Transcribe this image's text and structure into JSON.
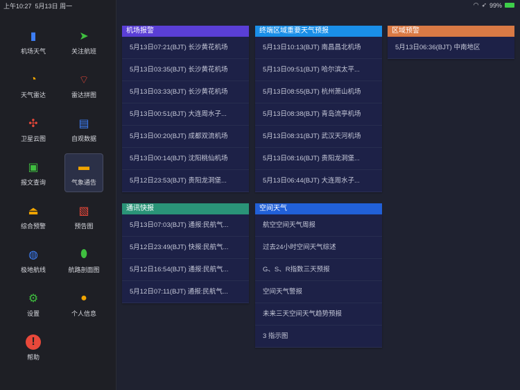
{
  "status": {
    "time": "上午10:27",
    "date": "5月13日 周一",
    "battery": "99%"
  },
  "sidebar": {
    "items": [
      {
        "label": "机场天气",
        "icon": "airport-tower-icon",
        "color": "#3d7ef5"
      },
      {
        "label": "关注航班",
        "icon": "paper-plane-icon",
        "color": "#3fbf3f"
      },
      {
        "label": "天气雷达",
        "icon": "radar-icon",
        "color": "#f0a400"
      },
      {
        "label": "雷达拼图",
        "icon": "satellite-dish-icon",
        "color": "#e8483a"
      },
      {
        "label": "卫星云图",
        "icon": "satellite-icon",
        "color": "#e8483a"
      },
      {
        "label": "自观数据",
        "icon": "calendar-icon",
        "color": "#3d7ef5"
      },
      {
        "label": "报文查询",
        "icon": "inbox-icon",
        "color": "#3fbf3f"
      },
      {
        "label": "气象通告",
        "icon": "chat-bubble-icon",
        "color": "#f0a400",
        "selected": true
      },
      {
        "label": "综合预警",
        "icon": "warning-light-icon",
        "color": "#f0a400"
      },
      {
        "label": "预告图",
        "icon": "image-stack-icon",
        "color": "#e8483a"
      },
      {
        "label": "极地航线",
        "icon": "globe-icon",
        "color": "#3d7ef5"
      },
      {
        "label": "航路剖面图",
        "icon": "layers-icon",
        "color": "#3fbf3f"
      },
      {
        "label": "设置",
        "icon": "gear-icon",
        "color": "#3fbf3f"
      },
      {
        "label": "个人信息",
        "icon": "user-icon",
        "color": "#f0a400"
      },
      {
        "label": "帮助",
        "icon": "alert-circle-icon",
        "color": "#e8483a"
      }
    ]
  },
  "panels": [
    {
      "title": "机场报警",
      "color": "#5a3fd6",
      "rows": [
        "5月13日07:21(BJT) 长沙黄花机场",
        "5月13日03:35(BJT) 长沙黄花机场",
        "5月13日03:33(BJT) 长沙黄花机场",
        "5月13日00:51(BJT) 大连周水子...",
        "5月13日00:20(BJT) 成都双流机场",
        "5月13日00:14(BJT) 沈阳桃仙机场",
        "5月12日23:53(BJT) 贵阳龙洞堡..."
      ]
    },
    {
      "title": "终端区域重要天气预报",
      "color": "#1a8fe8",
      "rows": [
        "5月13日10:13(BJT) 南昌昌北机场",
        "5月13日09:51(BJT) 哈尔滨太平...",
        "5月13日08:55(BJT) 杭州萧山机场",
        "5月13日08:38(BJT) 青岛流亭机场",
        "5月13日08:31(BJT) 武汉天河机场",
        "5月13日08:16(BJT) 贵阳龙洞堡...",
        "5月13日06:44(BJT) 大连周水子..."
      ]
    },
    {
      "title": "区域预警",
      "color": "#d97a45",
      "rows": [
        "5月13日06:36(BJT) 中南地区"
      ]
    },
    {
      "title": "通讯快报",
      "color": "#2a9478",
      "rows": [
        "5月13日07:03(BJT) 通报:民航气...",
        "5月12日23:49(BJT) 快报:民航气...",
        "5月12日16:54(BJT) 通报:民航气...",
        "5月12日07:11(BJT) 通报:民航气..."
      ]
    },
    {
      "title": "空间天气",
      "color": "#2160d8",
      "rows": [
        "航空空间天气周报",
        "过去24小时空间天气综述",
        "G、S、R指数三天预报",
        "空间天气警报",
        "未来三天空间天气趋势预报",
        "3 指示图"
      ]
    }
  ]
}
